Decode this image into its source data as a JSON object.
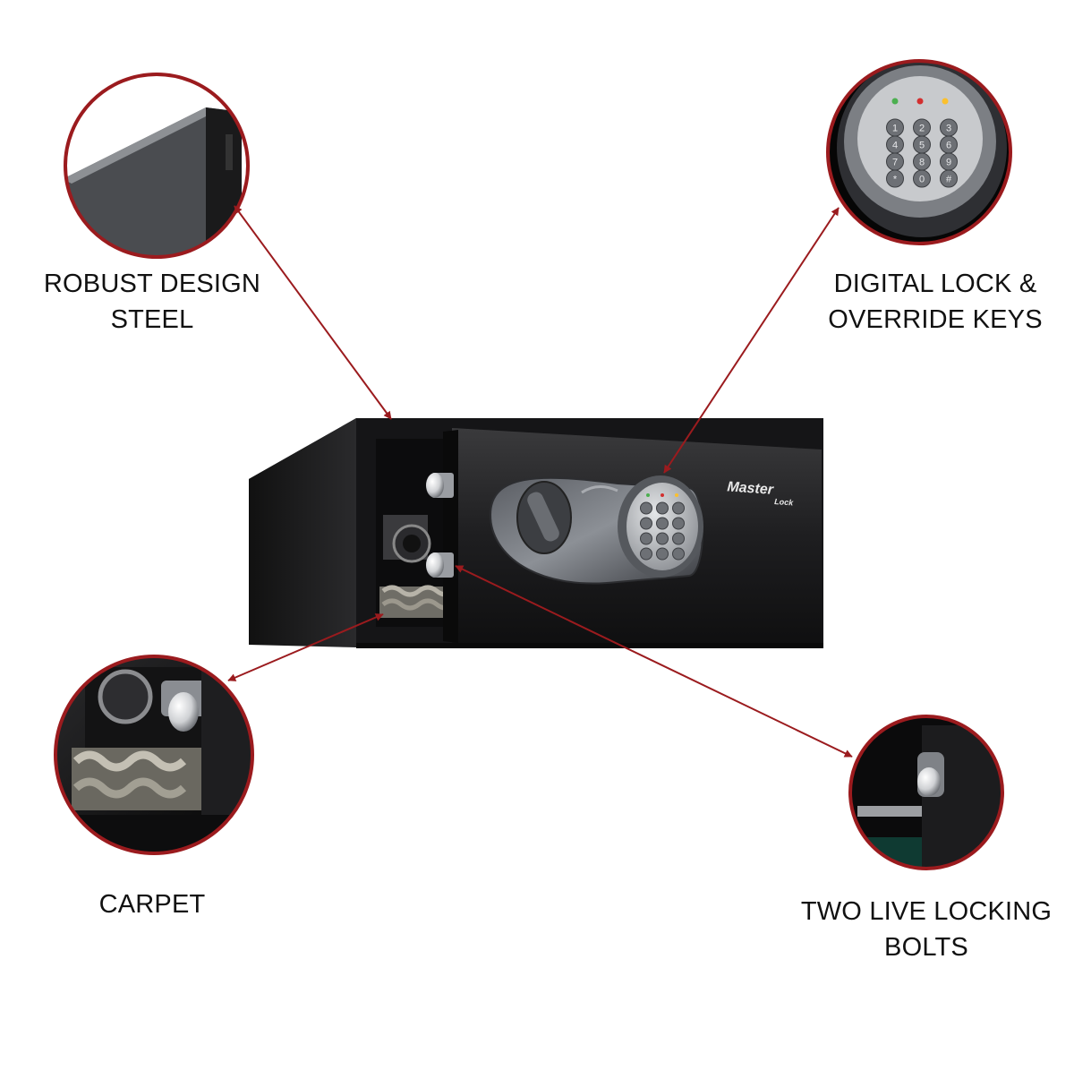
{
  "accent_color": "#9b1b1e",
  "callouts": [
    {
      "id": "robust",
      "lines": [
        "ROBUST DESIGN",
        "STEEL"
      ],
      "icon": "steel-corner-closeup"
    },
    {
      "id": "digital",
      "lines": [
        "DIGITAL LOCK &",
        "OVERRIDE KEYS"
      ],
      "icon": "keypad-closeup"
    },
    {
      "id": "carpet",
      "lines": [
        "CARPET"
      ],
      "icon": "carpet-closeup"
    },
    {
      "id": "bolts",
      "lines": [
        "TWO LIVE LOCKING",
        "BOLTS"
      ],
      "icon": "locking-bolt-closeup"
    }
  ],
  "brand_logo": [
    "Master",
    "Lock"
  ],
  "keypad_keys": [
    "1",
    "2",
    "3",
    "4",
    "5",
    "6",
    "7",
    "8",
    "9",
    "*",
    "0",
    "#"
  ]
}
